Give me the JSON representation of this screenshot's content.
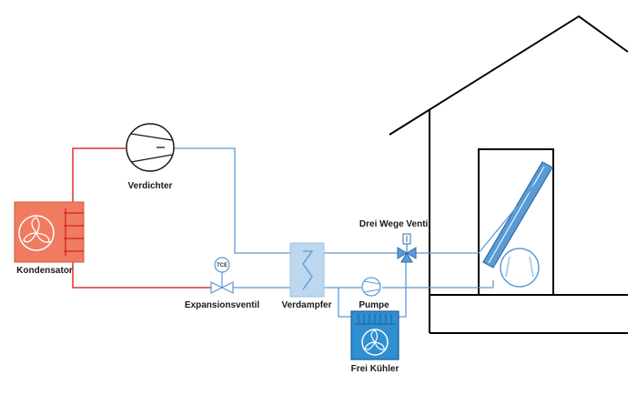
{
  "labels": {
    "compressor": "Verdichter",
    "condenser": "Kondensator",
    "expansion_valve": "Expansionsventil",
    "evaporator": "Verdampfer",
    "three_way_valve": "Drei Wege Ventil",
    "pump": "Pumpe",
    "free_cooler": "Frei Kühler",
    "tce": "TCE"
  },
  "colors": {
    "hot_line": "#e0312a",
    "cold_line": "#5b9bd5",
    "condenser_fill": "#f07b61",
    "condenser_stroke": "#d05a40",
    "evaporator_fill": "#bdd7ee",
    "free_cooler_fill": "#2f8fd0",
    "free_cooler_stroke": "#1f5f9a",
    "building": "#000000"
  }
}
